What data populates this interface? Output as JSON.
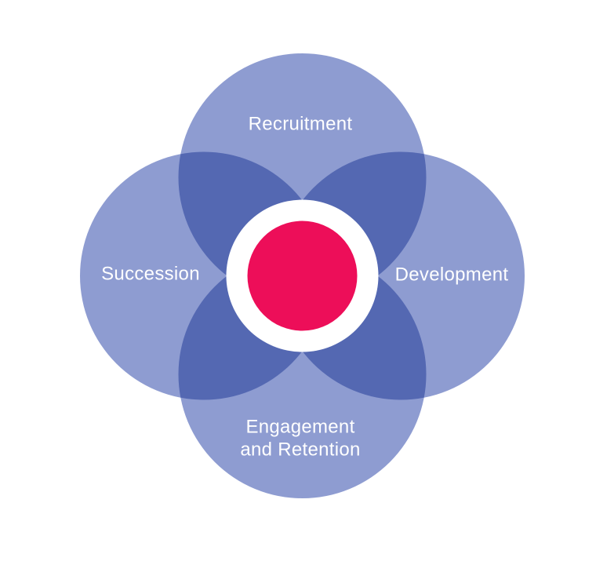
{
  "diagram": {
    "type": "venn-flower",
    "description": "Four overlapping circles around a central core",
    "labels": {
      "top": "Recruitment",
      "right": "Development",
      "left": "Succession",
      "bottom_line1": "Engagement",
      "bottom_line2": "and Retention",
      "bottom_full": "Engagement and Retention"
    },
    "colors": {
      "background": "#FFFFFF",
      "circle": "#8E9CD1",
      "overlap": "#5468B2",
      "ring": "#FFFFFF",
      "core": "#ED0E59",
      "label": "#FFFFFF"
    }
  }
}
